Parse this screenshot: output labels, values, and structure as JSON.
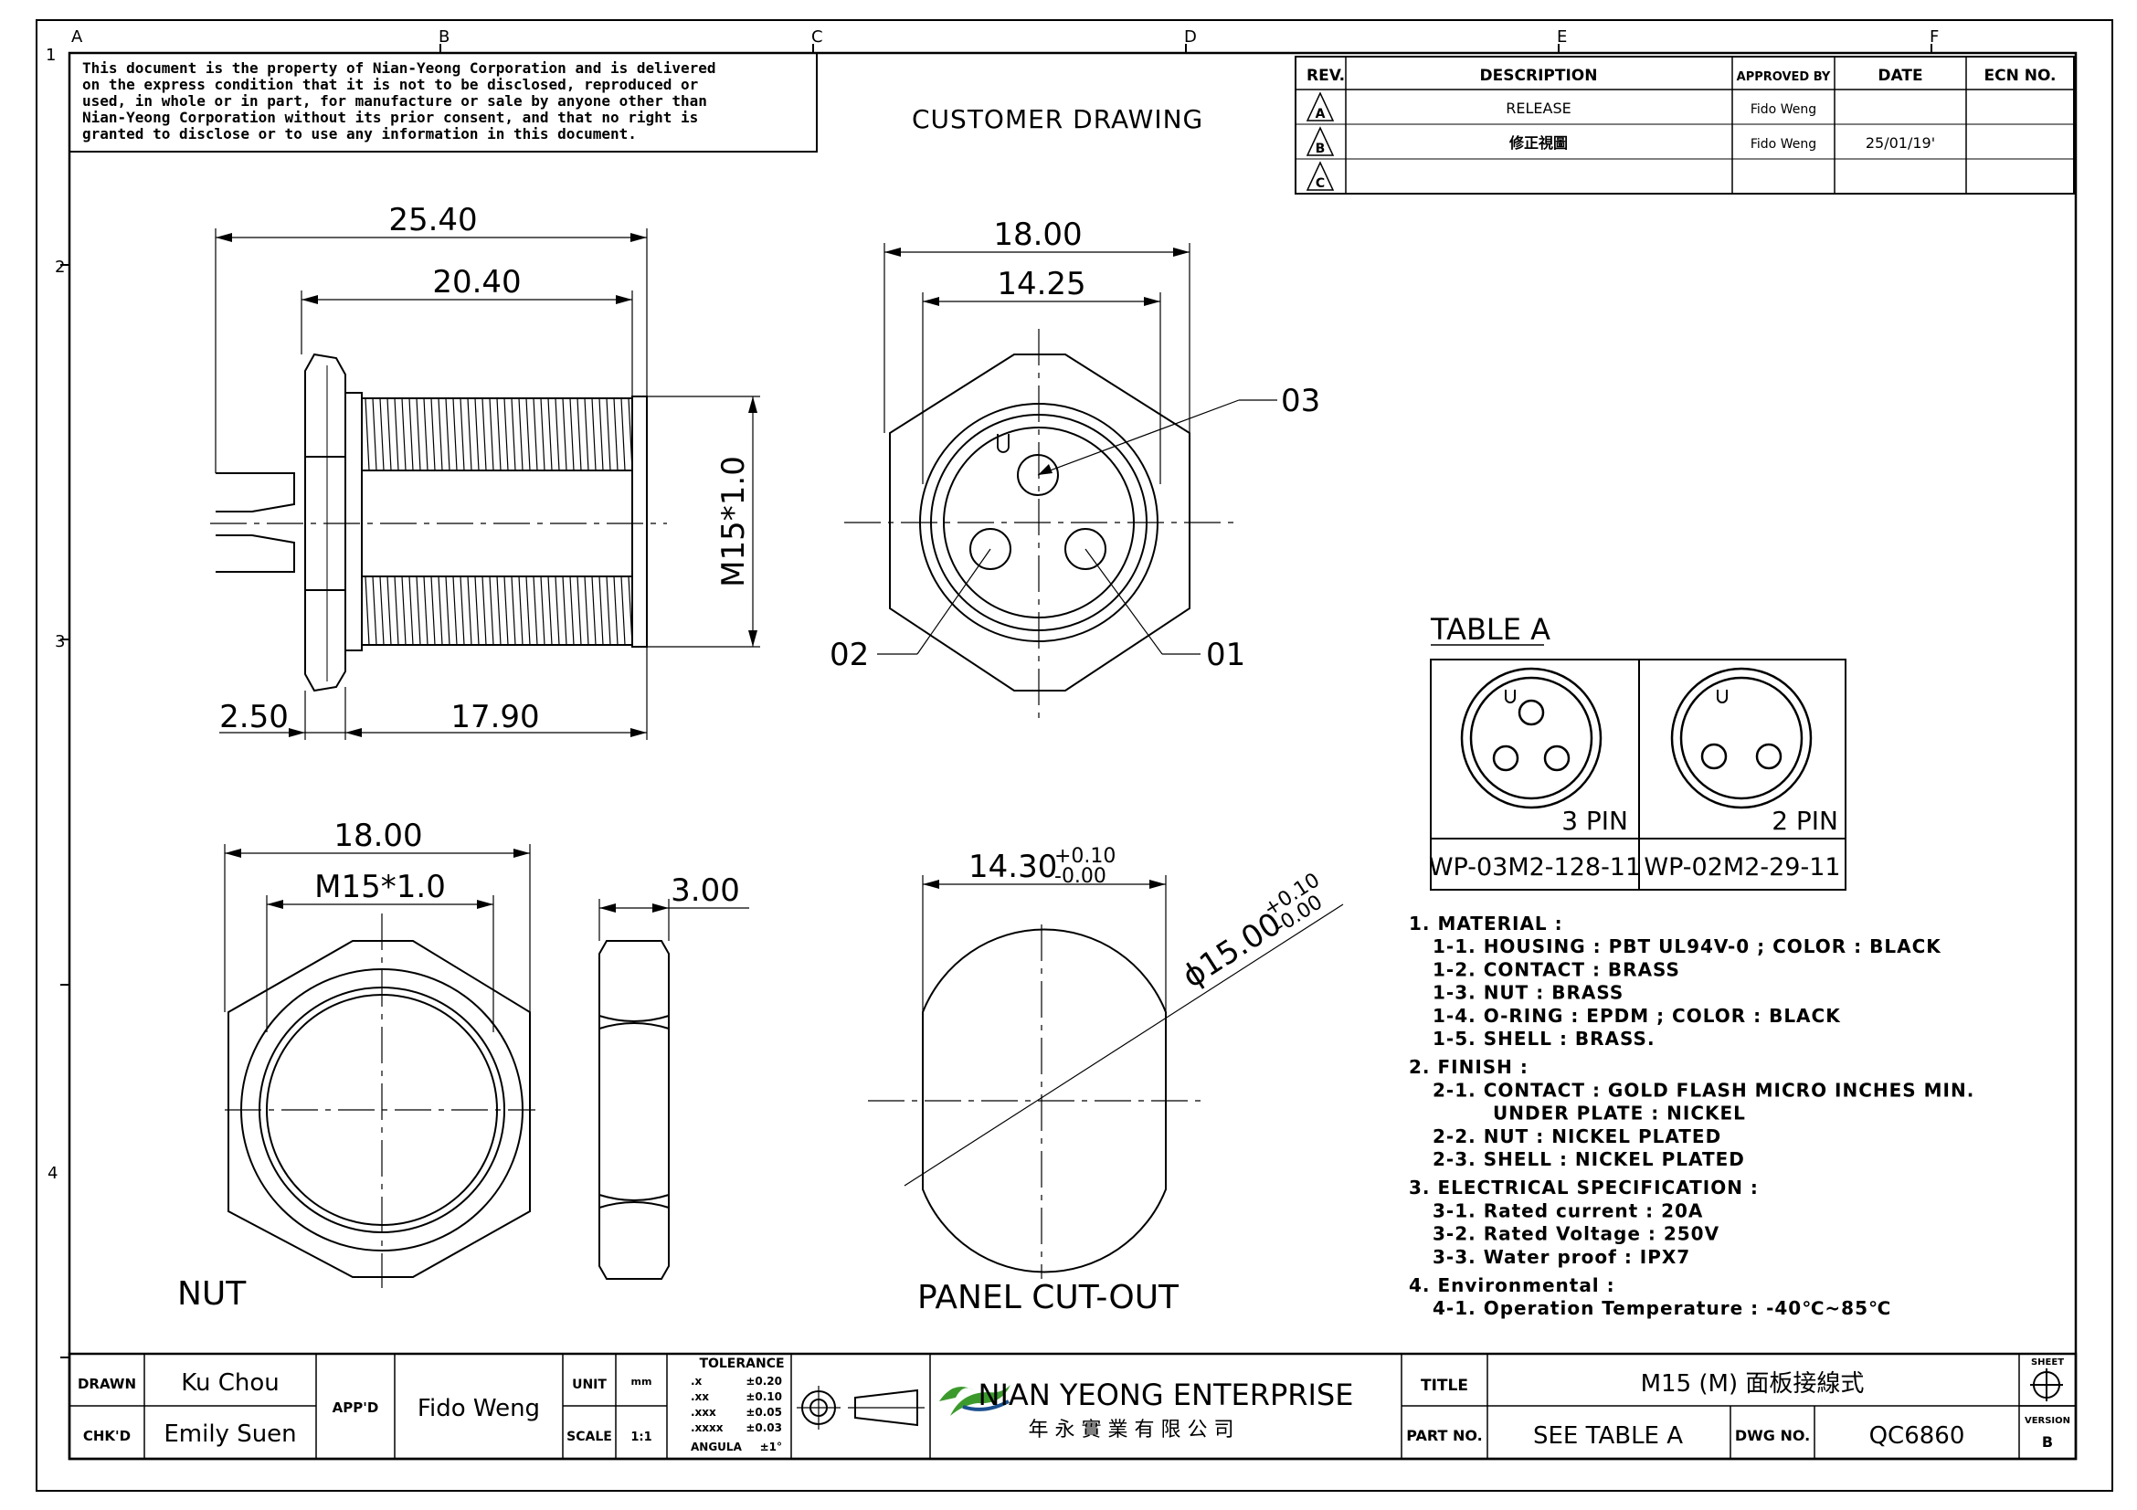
{
  "border": {
    "col_labels": [
      "A",
      "B",
      "C",
      "D",
      "E",
      "F"
    ],
    "row_labels": [
      "1",
      "2",
      "3",
      "4"
    ]
  },
  "notice": [
    "This document is the property of Nian-Yeong Corporation and is delivered",
    "on  the  express condition that it is not to be disclosed, reproduced or",
    "used, in whole or in part, for manufacture or sale by anyone other than",
    "Nian-Yeong Corporation without  its prior consent, and that  no right  is",
    "granted to disclose or to use any information in this  document."
  ],
  "customer_drawing": "CUSTOMER DRAWING",
  "revision_table": {
    "headers": {
      "rev": "REV.",
      "description": "DESCRIPTION",
      "approved_by": "APPROVED BY",
      "date": "DATE",
      "ecn_no": "ECN NO."
    },
    "rows": [
      {
        "rev": "A",
        "description": "RELEASE",
        "approved_by": "Fido Weng",
        "date": "",
        "ecn_no": ""
      },
      {
        "rev": "B",
        "description": "修正視圖",
        "approved_by": "Fido Weng",
        "date": "25/01/19'",
        "ecn_no": ""
      },
      {
        "rev": "C",
        "description": "",
        "approved_by": "",
        "date": "",
        "ecn_no": ""
      }
    ]
  },
  "side_view": {
    "dim_overall": "25.40",
    "dim_thread_len": "20.40",
    "dim_flange": "2.50",
    "dim_body": "17.90",
    "dim_thread": "M15*1.0"
  },
  "front_view": {
    "dim_hex": "18.00",
    "dim_bore": "14.25",
    "pin_03": "03",
    "pin_02": "02",
    "pin_01": "01"
  },
  "nut_view": {
    "dim_hex": "18.00",
    "dim_thread": "M15*1.0",
    "dim_thickness": "3.00",
    "label": "NUT"
  },
  "panel_cutout": {
    "dim_width": "14.30",
    "tol_plus": "+0.10",
    "tol_minus": "-0.00",
    "dim_dia": "ϕ15.00",
    "dia_tol_plus": "+0.10",
    "dia_tol_minus": "-0.00",
    "label": "PANEL CUT-OUT"
  },
  "table_a": {
    "title": "TABLE A",
    "cells": [
      {
        "pins": "3 PIN",
        "part": "WP-03M2-128-11"
      },
      {
        "pins": "2 PIN",
        "part": "WP-02M2-29-11"
      }
    ]
  },
  "specs": [
    {
      "text": "1. MATERIAL :",
      "indent": 0
    },
    {
      "text": "1-1. HOUSING : PBT UL94V-0 ; COLOR : BLACK",
      "indent": 1
    },
    {
      "text": "1-2. CONTACT : BRASS",
      "indent": 1
    },
    {
      "text": "1-3. NUT : BRASS",
      "indent": 1
    },
    {
      "text": "1-4. O-RING : EPDM ; COLOR : BLACK",
      "indent": 1
    },
    {
      "text": "1-5. SHELL : BRASS.",
      "indent": 1
    },
    {
      "text": "2. FINISH :",
      "indent": 0
    },
    {
      "text": "2-1. CONTACT : GOLD FLASH MICRO INCHES MIN.",
      "indent": 1
    },
    {
      "text": "UNDER PLATE : NICKEL",
      "indent": 2
    },
    {
      "text": "2-2. NUT : NICKEL PLATED",
      "indent": 1
    },
    {
      "text": "2-3. SHELL : NICKEL PLATED",
      "indent": 1
    },
    {
      "text": "3. ELECTRICAL SPECIFICATION :",
      "indent": 0
    },
    {
      "text": "3-1. Rated current : 20A",
      "indent": 1
    },
    {
      "text": "3-2. Rated Voltage : 250V",
      "indent": 1
    },
    {
      "text": "3-3. Water proof : IPX7",
      "indent": 1
    },
    {
      "text": "4. Environmental :",
      "indent": 0
    },
    {
      "text": "4-1. Operation Temperature : -40℃~85℃",
      "indent": 1
    }
  ],
  "title_block": {
    "drawn_label": "DRAWN",
    "drawn": "Ku Chou",
    "chkd_label": "CHK'D",
    "chkd": "Emily Suen",
    "appd_label": "APP'D",
    "appd": "Fido Weng",
    "unit_label": "UNIT",
    "unit": "mm",
    "scale_label": "SCALE",
    "scale": "1:1",
    "tolerance_label": "TOLERANCE",
    "tolerances": [
      {
        "k": ".x",
        "v": "±0.20"
      },
      {
        "k": ".xx",
        "v": "±0.10"
      },
      {
        "k": ".xxx",
        "v": "±0.05"
      },
      {
        "k": ".xxxx",
        "v": "±0.03"
      },
      {
        "k": "ANGULA",
        "v": "±1°"
      }
    ],
    "company_en": "NIAN YEONG ENTERPRISE",
    "company_zh": "年 永 實 業 有 限 公 司",
    "title_label": "TITLE",
    "title": "M15 (M) 面板接線式",
    "part_label": "PART NO.",
    "part": "SEE TABLE A",
    "dwg_label": "DWG NO.",
    "dwg": "QC6860",
    "sheet_label": "SHEET",
    "version_label": "VERSION",
    "version": "B"
  }
}
